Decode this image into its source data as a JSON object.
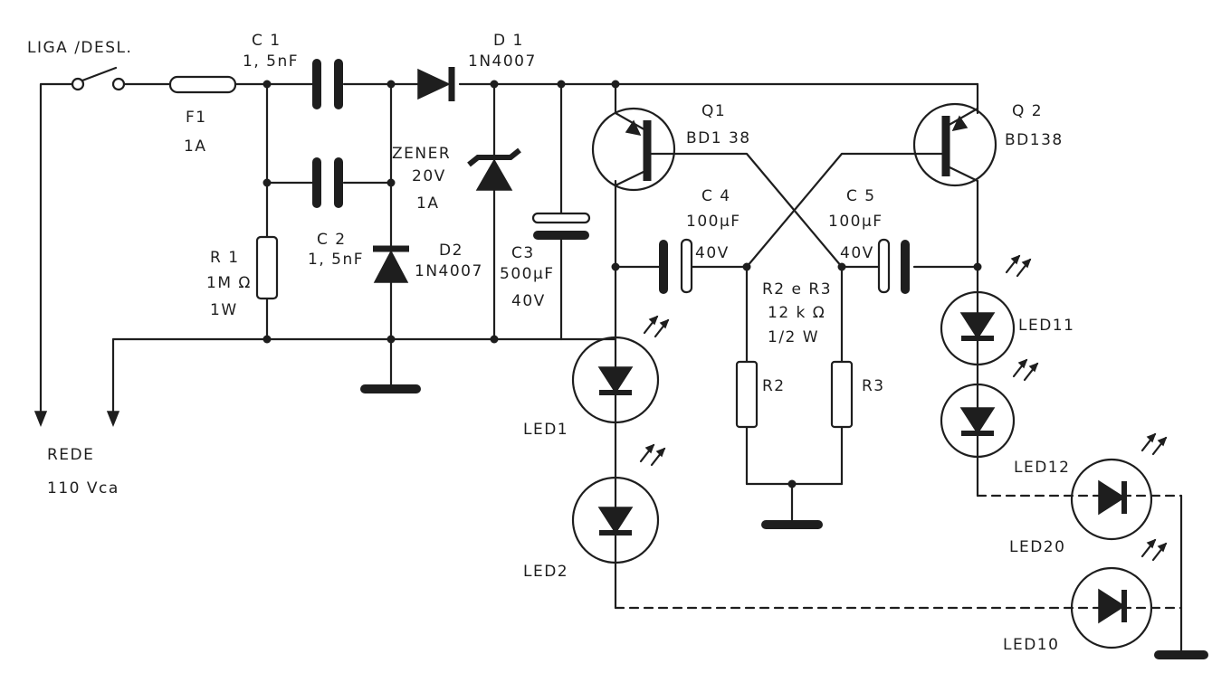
{
  "switch": {
    "label": "LIGA /DESL."
  },
  "fuse": {
    "name": "F1",
    "value": "1A"
  },
  "c1": {
    "name": "C 1",
    "value": "1, 5nF"
  },
  "c2": {
    "name": "C 2",
    "value": "1, 5nF"
  },
  "r1": {
    "name": "R 1",
    "value": "1M Ω",
    "power": "1W"
  },
  "d1": {
    "name": "D 1",
    "part": "1N4007"
  },
  "d2": {
    "name": "D2",
    "part": "1N4007"
  },
  "zener": {
    "name": "ZENER",
    "voltage": "20V",
    "current": "1A"
  },
  "c3": {
    "name": "C3",
    "value": "500µF",
    "voltage": "40V"
  },
  "q1": {
    "name": "Q1",
    "part": "BD1 38"
  },
  "q2": {
    "name": "Q 2",
    "part": "BD138"
  },
  "c4": {
    "name": "C 4",
    "value": "100µF",
    "voltage": "40V"
  },
  "c5": {
    "name": "C 5",
    "value": "100µF",
    "voltage": "40V"
  },
  "r23": {
    "title": "R2 e R3",
    "value": "12 k Ω",
    "power": "1/2 W",
    "r2": "R2",
    "r3": "R3"
  },
  "mains": {
    "label": "REDE",
    "voltage": "110 Vca"
  },
  "leds": {
    "led1": "LED1",
    "led2": "LED2",
    "led11": "LED11",
    "led12": "LED12",
    "led20": "LED20",
    "led10": "LED10"
  }
}
